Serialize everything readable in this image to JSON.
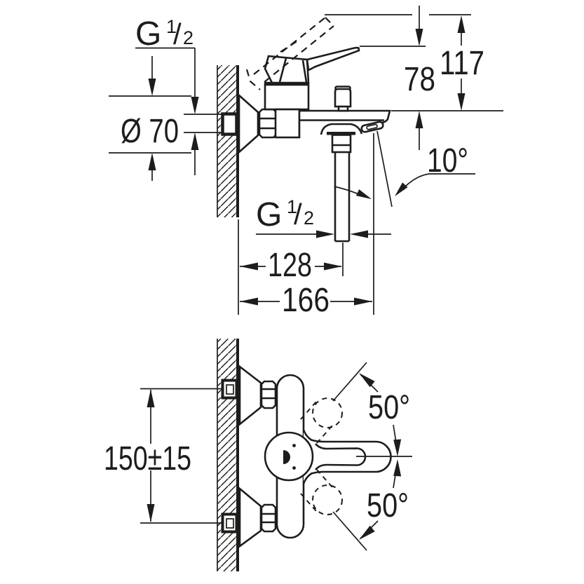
{
  "drawing": {
    "background": "#ffffff",
    "line_color": "#1d1d1b",
    "side_view": {
      "wall_thread": {
        "letter": "G",
        "numerator": "1",
        "slash": "/",
        "denominator": "2"
      },
      "escutcheon_diameter": "Ø 70",
      "lever_to_spout_height": "78",
      "overall_height": "117",
      "spout_angle": "10°",
      "outlet_thread": {
        "letter": "G",
        "numerator": "1",
        "slash": "/",
        "denominator": "2"
      },
      "wall_to_outlet": "128",
      "wall_to_spout_tip": "166"
    },
    "plan_view": {
      "connection_spacing": "150±15",
      "lever_swing_upper": "50°",
      "lever_swing_lower": "50°"
    }
  }
}
